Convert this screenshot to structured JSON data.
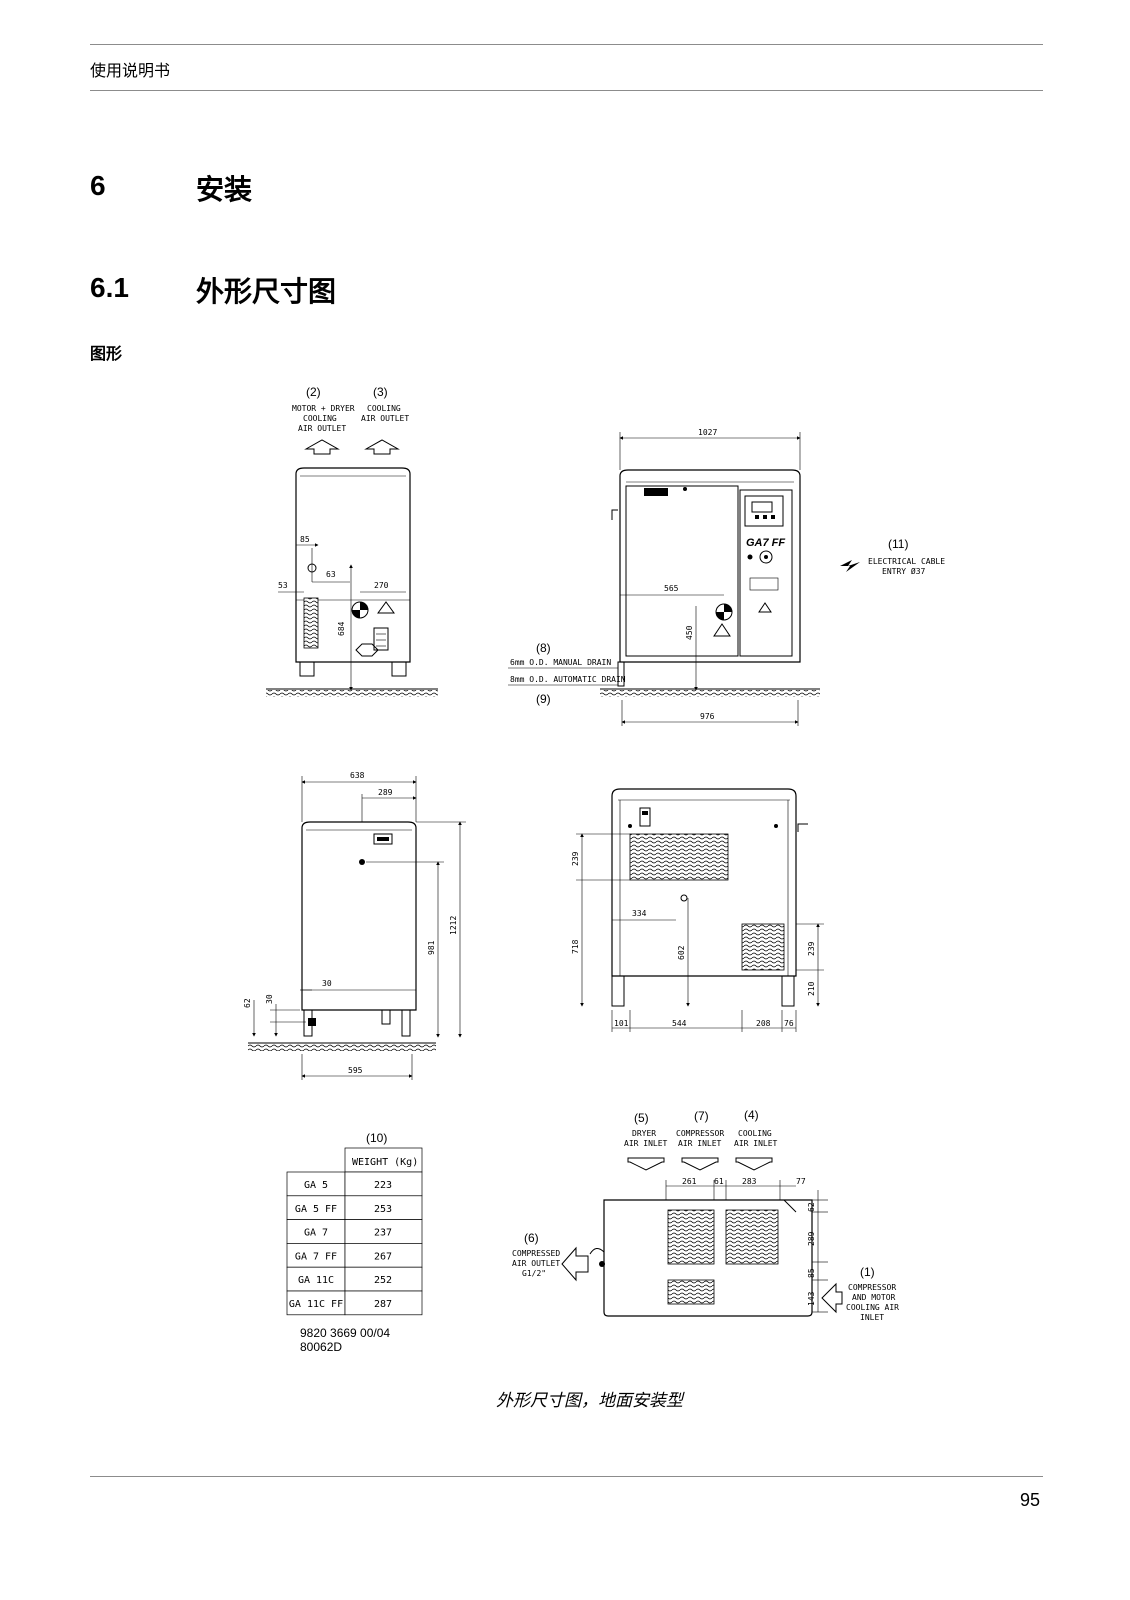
{
  "header": {
    "title": "使用说明书"
  },
  "section": {
    "num": "6",
    "title": "安装"
  },
  "subsection": {
    "num": "6.1",
    "title": "外形尺寸图"
  },
  "figure_label": "图形",
  "drawing": {
    "front": {
      "c2": "(2)",
      "c2_text": [
        "MOTOR + DRYER",
        "COOLING",
        "AIR OUTLET"
      ],
      "c3": "(3)",
      "c3_text": [
        "COOLING",
        "AIR OUTLET"
      ],
      "d85": "85",
      "d63": "63",
      "d53": "53",
      "d270": "270",
      "d684": "684"
    },
    "side": {
      "d1027": "1027",
      "model": "GA7 FF",
      "d565": "565",
      "d450": "450",
      "d976": "976",
      "c8": "(8)",
      "c8_text": "6mm O.D. MANUAL DRAIN",
      "c9": "(9)",
      "c9_text": "8mm O.D. AUTOMATIC DRAIN",
      "c11": "(11)",
      "c11_text": [
        "ELECTRICAL CABLE",
        "ENTRY Ø37"
      ]
    },
    "rear": {
      "d638": "638",
      "d289": "289",
      "d1212": "1212",
      "d981": "981",
      "d30a": "30",
      "d30b": "30",
      "d62": "62",
      "d595": "595"
    },
    "back": {
      "d239a": "239",
      "d718": "718",
      "d334": "334",
      "d602": "602",
      "d239b": "239",
      "d210": "210",
      "d101": "101",
      "d544": "544",
      "d208": "208",
      "d76": "76"
    },
    "top": {
      "c5": "(5)",
      "c5_text": [
        "DRYER",
        "AIR INLET"
      ],
      "c7": "(7)",
      "c7_text": [
        "COMPRESSOR",
        "AIR INLET"
      ],
      "c4": "(4)",
      "c4_text": [
        "COOLING",
        "AIR INLET"
      ],
      "d261": "261",
      "d61": "61",
      "d283": "283",
      "d77": "77",
      "d62": "62",
      "d289": "289",
      "d85": "85",
      "d143": "143",
      "c6": "(6)",
      "c6_text": [
        "COMPRESSED",
        "AIR OUTLET",
        "G1/2\""
      ],
      "c1": "(1)",
      "c1_text": [
        "COMPRESSOR",
        "AND MOTOR",
        "COOLING AIR",
        "INLET"
      ]
    },
    "weights": {
      "label": "(10)",
      "header": "WEIGHT (Kg)",
      "rows": [
        {
          "model": "GA 5",
          "weight": "223"
        },
        {
          "model": "GA 5 FF",
          "weight": "253"
        },
        {
          "model": "GA 7",
          "weight": "237"
        },
        {
          "model": "GA 7 FF",
          "weight": "267"
        },
        {
          "model": "GA 11C",
          "weight": "252"
        },
        {
          "model": "GA 11C FF",
          "weight": "287"
        }
      ]
    },
    "doc_ref": [
      "9820 3669 00/04",
      "80062D"
    ]
  },
  "caption": "外形尺寸图，地面安装型",
  "page_number": "95"
}
